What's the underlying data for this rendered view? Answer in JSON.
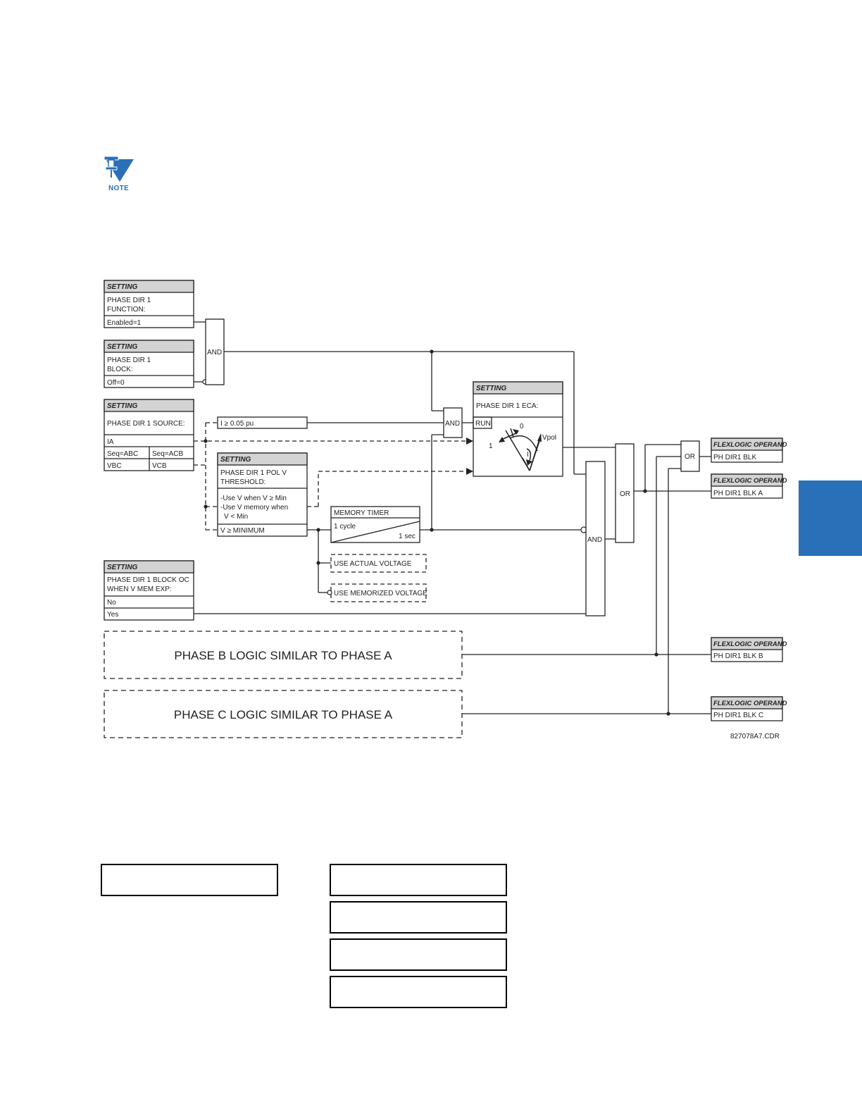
{
  "note": {
    "label": "NOTE",
    "icon": "note-pushpin-icon"
  },
  "colors": {
    "accent": "#2970b8",
    "header_fill": "#d3d3d3"
  },
  "diagram": {
    "setting_header": "SETTING",
    "function": {
      "title1": "PHASE DIR 1",
      "title2": "FUNCTION:",
      "value": "Enabled=1"
    },
    "block": {
      "title1": "PHASE DIR 1",
      "title2": "BLOCK:",
      "value": "Off=0"
    },
    "source": {
      "title": "PHASE DIR 1 SOURCE:",
      "ia": "IA",
      "seq_abc": "Seq=ABC",
      "seq_acb": "Seq=ACB",
      "vbc": "VBC",
      "vcb": "VCB"
    },
    "and_label": "AND",
    "or_label": "OR",
    "current_threshold": "I ≥ 0.05 pu",
    "pol_v": {
      "title1": "PHASE DIR 1 POL V",
      "title2": "THRESHOLD:",
      "opt1": "-Use V when V ≥  Min",
      "opt2": "-Use V memory when",
      "opt3": "V < Min",
      "value": "V ≥ MINIMUM"
    },
    "eca": {
      "title": "PHASE DIR 1 ECA:",
      "run": "RUN",
      "zero": "0",
      "one": "1",
      "vpol": "Vpol",
      "i": "I"
    },
    "memory_timer": {
      "title": "MEMORY TIMER",
      "pickup": "1 cycle",
      "dropout": "1 sec"
    },
    "use_actual": "USE ACTUAL VOLTAGE",
    "use_memorized": "USE MEMORIZED VOLTAGE",
    "block_oc": {
      "title1": "PHASE DIR 1 BLOCK OC",
      "title2": "WHEN V MEM EXP:",
      "no": "No",
      "yes": "Yes"
    },
    "phase_b": "PHASE B LOGIC SIMILAR TO PHASE A",
    "phase_c": "PHASE C LOGIC SIMILAR TO PHASE A",
    "operand_header": "FLEXLOGIC OPERAND",
    "operands": [
      "PH DIR1 BLK",
      "PH DIR1 BLK A",
      "PH DIR1 BLK B",
      "PH DIR1 BLK C"
    ],
    "drawing_id": "827078A7.CDR"
  }
}
